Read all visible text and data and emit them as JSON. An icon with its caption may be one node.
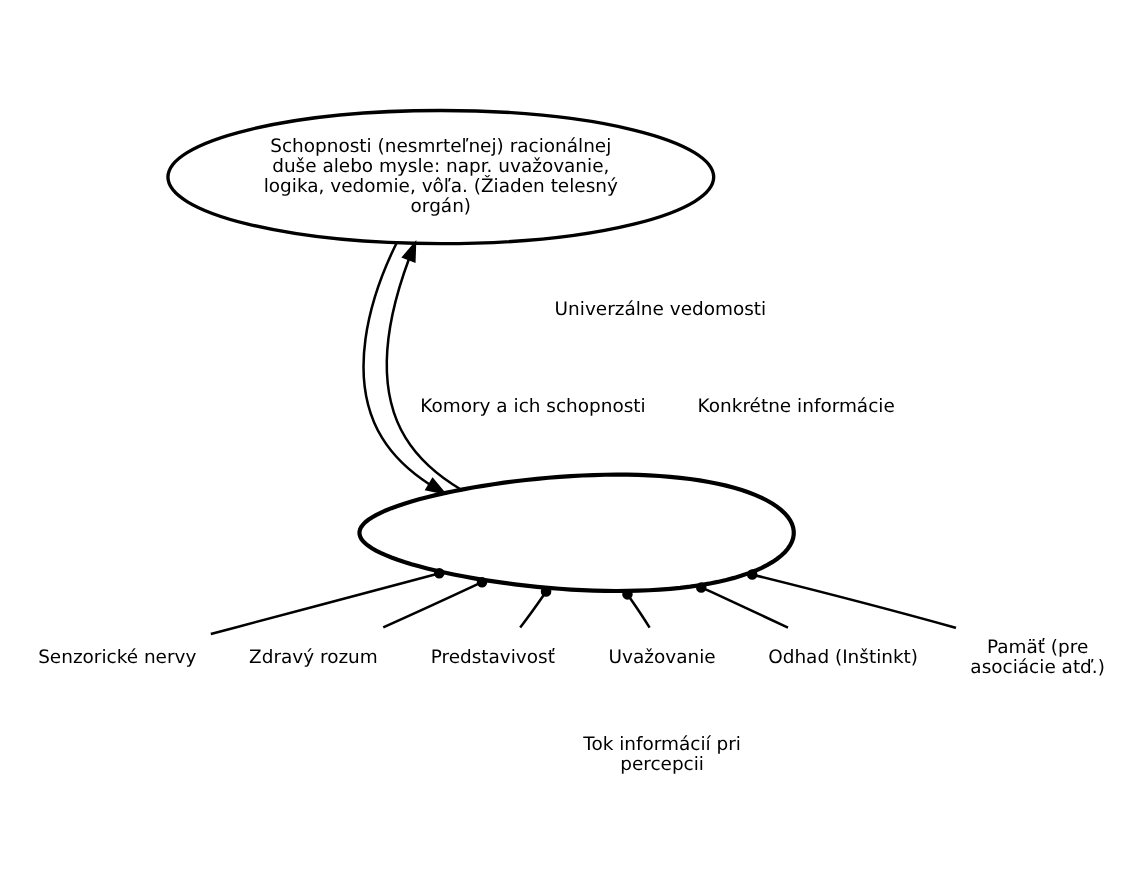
{
  "diagram": {
    "nodes": [
      {
        "text": [
          "Schopnosti (nesmrteľnej) racionálnej duše alebo mysle: napr. uvažovanie, logika, vedomie, vôľa. (Žiaden telesný orgán)"
        ]
      },
      {
        "text": [],
        "shape": "blob"
      },
      {
        "text": [
          "Senzorické nervy"
        ]
      },
      {
        "text": [
          "Zdravý rozum"
        ]
      },
      {
        "text": [
          "Predstavivosť"
        ]
      },
      {
        "text": [
          "Uvažovanie"
        ]
      },
      {
        "text": [
          "Odhad (Inštinkt)"
        ]
      },
      {
        "text": [
          "Pamäť (pre asociácie atď.)"
        ]
      }
    ],
    "edges": [
      {
        "from": 1,
        "to": 0,
        "arrow": "to"
      },
      {
        "from": 0,
        "to": 1,
        "arrow": "to"
      },
      {
        "from": 2,
        "to": 1,
        "arrow": "other"
      },
      {
        "from": 3,
        "to": 1,
        "arrow": "other"
      },
      {
        "from": 4,
        "to": 1,
        "arrow": "other"
      },
      {
        "from": 5,
        "to": 1,
        "arrow": "other"
      },
      {
        "from": 6,
        "to": 1,
        "arrow": "other"
      },
      {
        "from": 7,
        "to": 1,
        "arrow": "other"
      }
    ],
    "labels": [
      "Univerzálne vedomosti",
      "Konkrétne informácie",
      "Komory a ich schopnosti",
      "Tok informácií pri percepcii"
    ]
  }
}
